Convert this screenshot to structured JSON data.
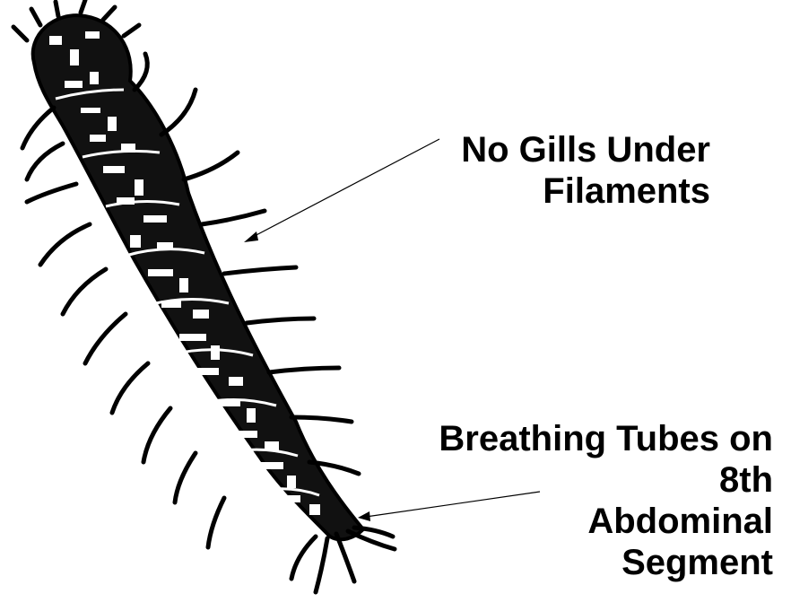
{
  "colors": {
    "ink": "#000000",
    "paper": "#ffffff"
  },
  "labels": {
    "gills": {
      "line1": "No Gills Under",
      "line2": "Filaments"
    },
    "breathing": {
      "line1": "Breathing Tubes on",
      "line2": "8th",
      "line3": "Abdominal",
      "line4": "Segment"
    }
  }
}
